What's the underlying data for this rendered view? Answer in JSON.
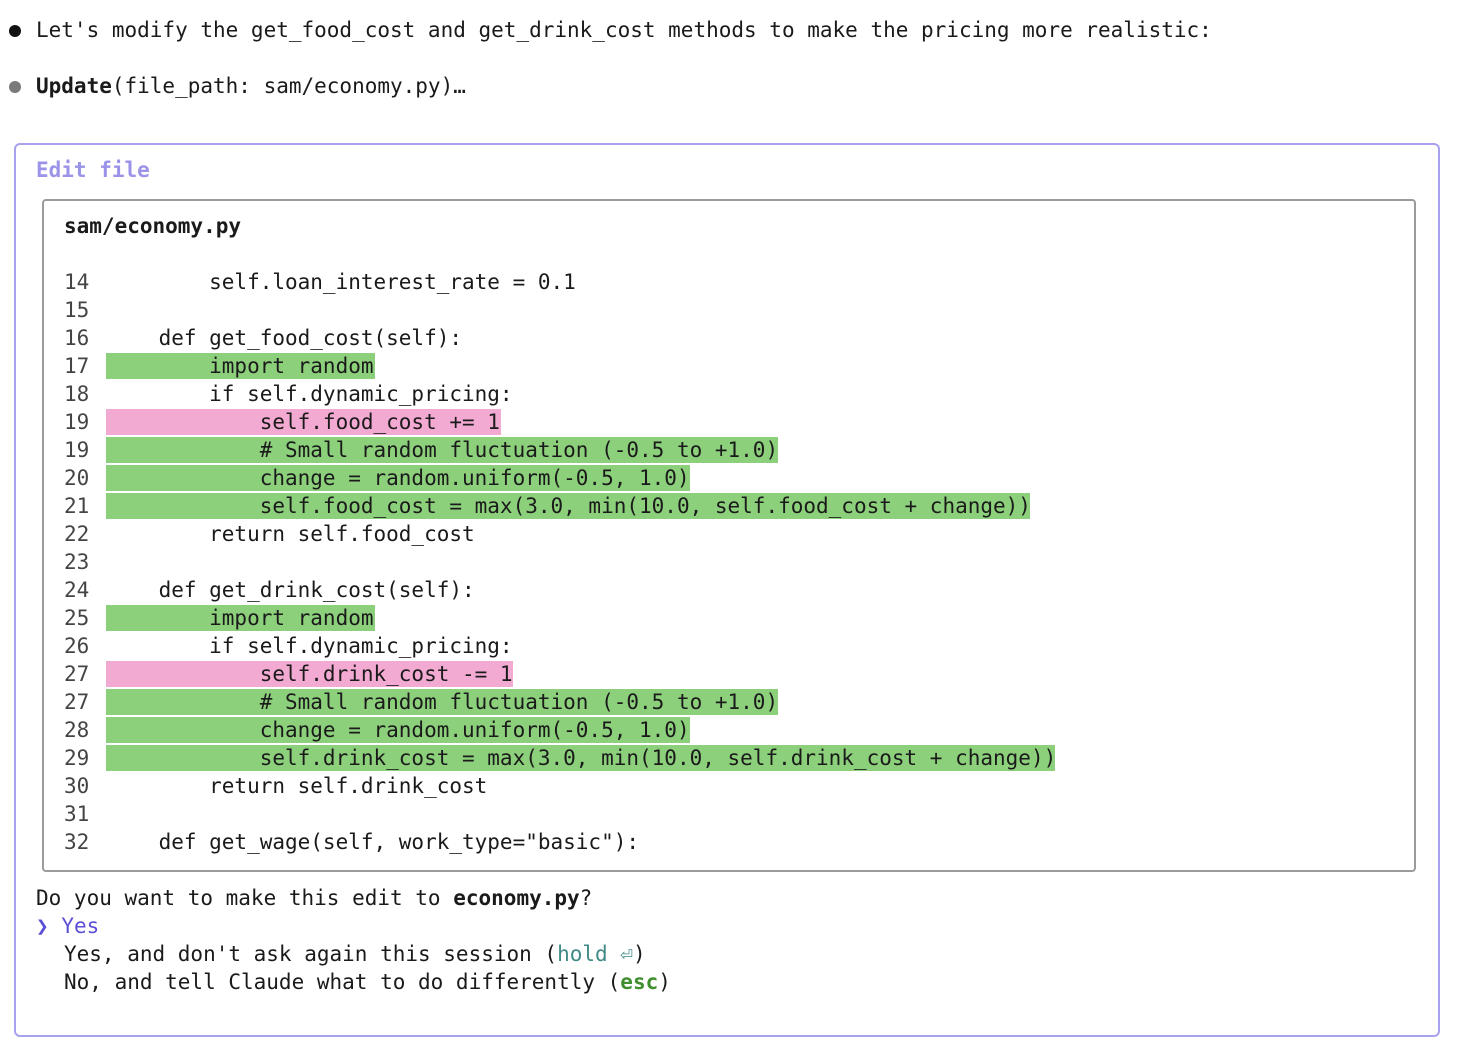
{
  "messages": [
    {
      "text": "Let's modify the get_food_cost and get_drink_cost methods to make the pricing more realistic:"
    },
    {
      "tool": "Update",
      "args": "(file_path: sam/economy.py)…"
    }
  ],
  "edit_panel": {
    "title": "Edit file",
    "file_path": "sam/economy.py",
    "lines": [
      {
        "n": "14",
        "code": "        self.loan_interest_rate = 0.1",
        "type": "ctx"
      },
      {
        "n": "15",
        "code": "",
        "type": "ctx"
      },
      {
        "n": "16",
        "code": "    def get_food_cost(self):",
        "type": "ctx"
      },
      {
        "n": "17",
        "code": "        import random",
        "type": "add"
      },
      {
        "n": "18",
        "code": "        if self.dynamic_pricing:",
        "type": "ctx"
      },
      {
        "n": "19",
        "code": "            self.food_cost += 1",
        "type": "del"
      },
      {
        "n": "19",
        "code": "            # Small random fluctuation (-0.5 to +1.0)",
        "type": "add"
      },
      {
        "n": "20",
        "code": "            change = random.uniform(-0.5, 1.0)",
        "type": "add"
      },
      {
        "n": "21",
        "code": "            self.food_cost = max(3.0, min(10.0, self.food_cost + change))",
        "type": "add"
      },
      {
        "n": "22",
        "code": "        return self.food_cost",
        "type": "ctx"
      },
      {
        "n": "23",
        "code": "",
        "type": "ctx"
      },
      {
        "n": "24",
        "code": "    def get_drink_cost(self):",
        "type": "ctx"
      },
      {
        "n": "25",
        "code": "        import random",
        "type": "add"
      },
      {
        "n": "26",
        "code": "        if self.dynamic_pricing:",
        "type": "ctx"
      },
      {
        "n": "27",
        "code": "            self.drink_cost -= 1",
        "type": "del"
      },
      {
        "n": "27",
        "code": "            # Small random fluctuation (-0.5 to +1.0)",
        "type": "add"
      },
      {
        "n": "28",
        "code": "            change = random.uniform(-0.5, 1.0)",
        "type": "add"
      },
      {
        "n": "29",
        "code": "            self.drink_cost = max(3.0, min(10.0, self.drink_cost + change))",
        "type": "add"
      },
      {
        "n": "30",
        "code": "        return self.drink_cost",
        "type": "ctx"
      },
      {
        "n": "31",
        "code": "",
        "type": "ctx"
      },
      {
        "n": "32",
        "code": "    def get_wage(self, work_type=\"basic\"):",
        "type": "ctx"
      }
    ]
  },
  "prompt": {
    "question_prefix": "Do you want to make this edit to ",
    "question_file": "economy.py",
    "question_suffix": "?",
    "cursor": "❯",
    "options": [
      {
        "label": "Yes"
      },
      {
        "label": "Yes, and don't ask again this session (",
        "hint": "hold ⏎",
        "suffix": ")"
      },
      {
        "label": "No, and tell Claude what to do differently (",
        "hint": "esc",
        "suffix": ")"
      }
    ]
  },
  "colors": {
    "accent": "#a8a2ee",
    "title": "#9b93e8",
    "added": "#8dd07c",
    "removed": "#f3aad2",
    "selected": "#5b4fd6",
    "hint_teal": "#3f8a85",
    "hint_green": "#3f8f2e"
  }
}
